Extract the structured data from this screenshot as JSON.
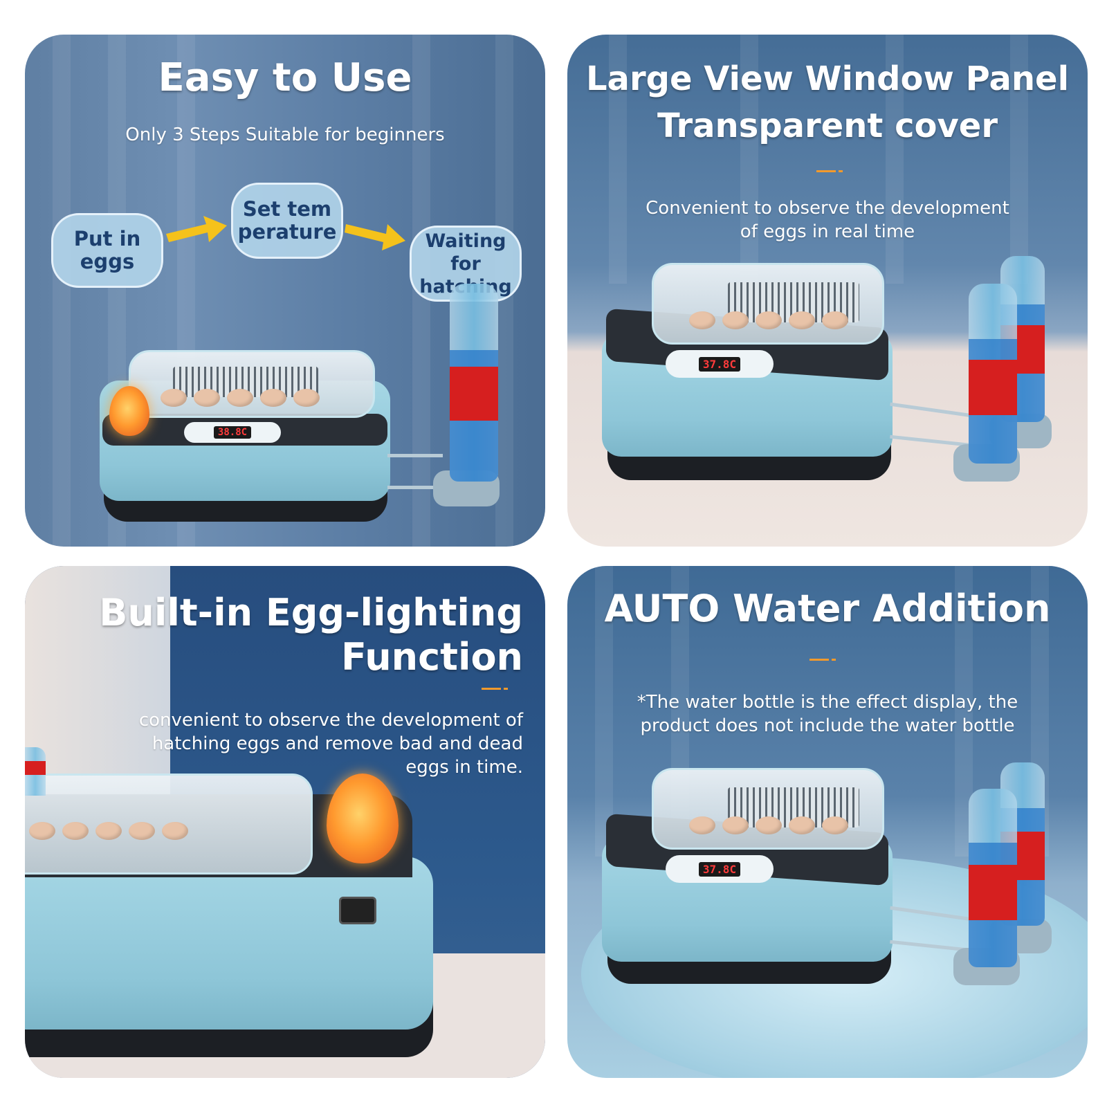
{
  "panels": [
    {
      "title": "Easy to Use",
      "subtitle": "Only 3 Steps  Suitable for beginners",
      "steps": [
        {
          "label_line1": "Put in",
          "label_line2": "eggs"
        },
        {
          "label_line1": "Set tem",
          "label_line2": "perature"
        },
        {
          "label_line1": "Waiting  for",
          "label_line2": "hatching"
        }
      ],
      "display_reading": "38.8C"
    },
    {
      "title_line1": "Large View Window Panel",
      "title_line2": "Transparent cover",
      "subtitle_line1": "Convenient to observe the development",
      "subtitle_line2": "of eggs in real time",
      "display_reading": "37.8C"
    },
    {
      "title_line1": "Built-in Egg-lighting",
      "title_line2": "Function",
      "subtitle_line1": "convenient to observe the development of",
      "subtitle_line2": "hatching eggs and remove bad and dead",
      "subtitle_line3": "eggs in time."
    },
    {
      "title": "AUTO Water Addition",
      "subtitle_line1": "*The water bottle is the effect display, the",
      "subtitle_line2": "product does not include the water bottle",
      "display_reading": "37.8C"
    }
  ],
  "colors": {
    "accent": "#f39a2c",
    "arrow": "#f5c21b",
    "step_bubble": "#b0d2e8",
    "step_text": "#1c3f6e",
    "incubator": "#8ec6d8"
  }
}
